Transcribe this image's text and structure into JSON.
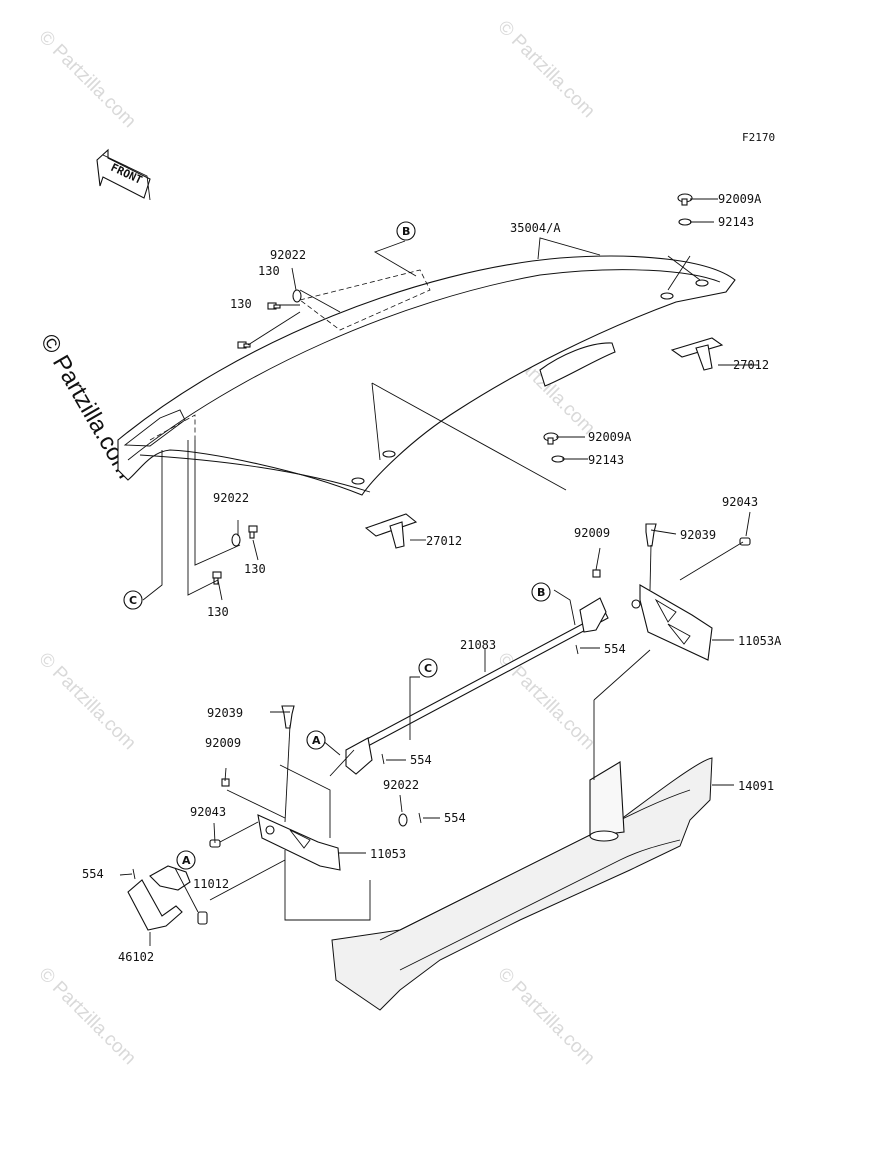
{
  "figure_code": "F2170",
  "front_label": "FRONT",
  "watermark": "© Partzilla.com",
  "callout_letters": {
    "a": "A",
    "b": "B",
    "c": "C"
  },
  "parts": {
    "p35004A": "35004/A",
    "p92009A_top": "92009A",
    "p92143_top": "92143",
    "p27012_right": "27012",
    "p92022_top": "92022",
    "p130_a": "130",
    "p130_b": "130",
    "p92009A_mid": "92009A",
    "p92143_mid": "92143",
    "p27012_mid": "27012",
    "p92022_mid": "92022",
    "p130_c": "130",
    "p130_d": "130",
    "p92043_right": "92043",
    "p92009_right": "92009",
    "p92039_right": "92039",
    "p11053A": "11053A",
    "p554_a": "554",
    "p21083": "21083",
    "p92039_left": "92039",
    "p554_b": "554",
    "p92009_left": "92009",
    "p92022_low": "92022",
    "p554_c": "554",
    "p92043_left": "92043",
    "p11053": "11053",
    "p14091": "14091",
    "p554_d": "554",
    "p11012": "11012",
    "p46102": "46102"
  }
}
